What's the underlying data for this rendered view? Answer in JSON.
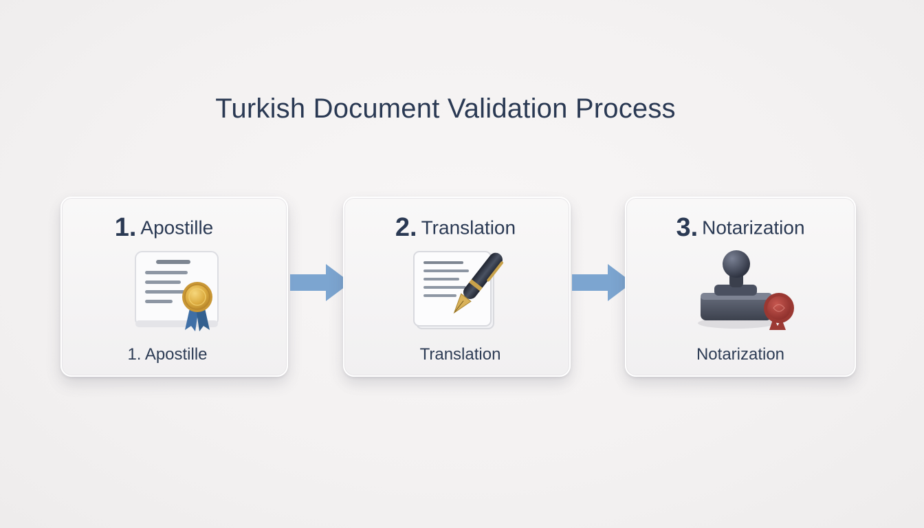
{
  "title": "Turkish Document Validation Process",
  "steps": [
    {
      "number": "1.",
      "heading": "Apostille",
      "caption": "1. Apostille",
      "icon": "certificate-ribbon-icon"
    },
    {
      "number": "2.",
      "heading": "Translation",
      "caption": "Translation",
      "icon": "document-pen-icon"
    },
    {
      "number": "3.",
      "heading": "Notarization",
      "caption": "Notarization",
      "icon": "stamp-wax-seal-icon"
    }
  ],
  "colors": {
    "text": "#2a3953",
    "arrow": "#6f9ccc",
    "seal_gold": "#e0b24a",
    "ribbon_blue": "#3f6fa6",
    "wax_red": "#a9423c",
    "pen_dark": "#2d3340"
  }
}
